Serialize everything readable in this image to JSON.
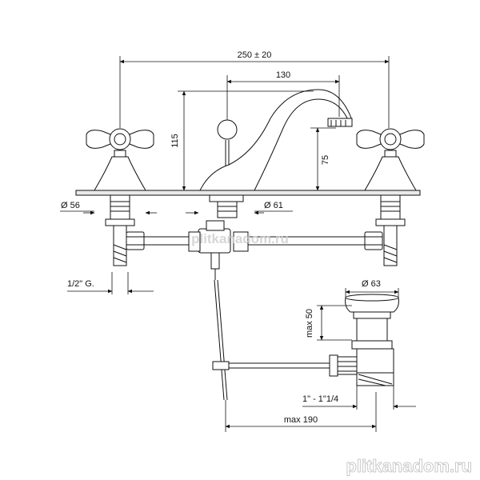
{
  "dimensions": {
    "overall_width": "250 ± 20",
    "spout_reach": "130",
    "spout_height": "115",
    "spout_outlet_height": "75",
    "handle_base_dia": "Ø 56",
    "spout_base_dia": "Ø 61",
    "inlet_thread": "1/2\" G.",
    "drain_dia": "Ø 63",
    "drain_height": "max 50",
    "drain_thread": "1\" - 1\"1/4",
    "drain_reach": "max 190"
  },
  "watermarks": {
    "center": "plitkanadom.ru",
    "corner": "plitkanadom.ru"
  },
  "colors": {
    "ink": "#111111",
    "watermark": "#cfcfcf"
  }
}
